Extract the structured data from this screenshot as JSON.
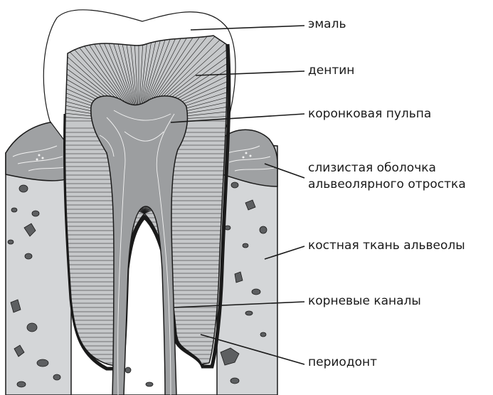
{
  "labels": {
    "enamel": "эмаль",
    "dentin": "дентин",
    "crown_pulp": "коронковая пульпа",
    "mucosa_line1": "слизистая оболочка",
    "mucosa_line2": "альвеолярного отростка",
    "bone": "костная ткань альвеолы",
    "root_canals": "корневые каналы",
    "periodontium": "периодонт"
  },
  "colors": {
    "bone_fill": "#d4d6d8",
    "gum_fill": "#9fa1a3",
    "dentin_fill": "#c6c8ca",
    "pulp_fill": "#9c9ea0",
    "enamel_fill": "#ffffff",
    "outline": "#1a1a1a",
    "bone_particles": "#5d5f61"
  }
}
